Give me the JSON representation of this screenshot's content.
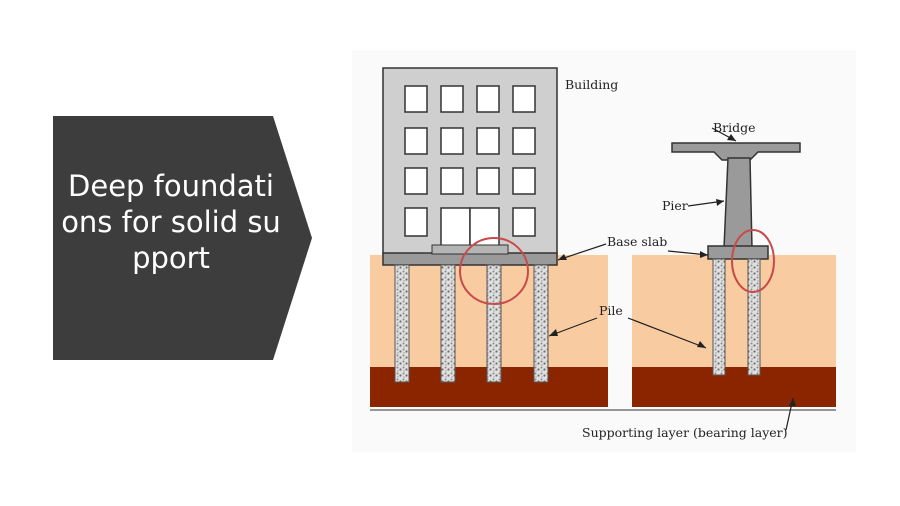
{
  "slide": {
    "title": "Deep foundations for solid support"
  },
  "diagram": {
    "labels": {
      "building": "Building",
      "bridge": "Bridge",
      "pier": "Pier",
      "base_slab": "Base slab",
      "pile": "Pile",
      "supporting_layer": "Supporting layer (bearing layer)"
    }
  },
  "colors": {
    "title_box": "#3d3d3d",
    "soil": "#f8cba0",
    "bearing_layer": "#8b2500",
    "concrete": "#c9c9c9",
    "highlight_circle": "#c94a4a"
  }
}
